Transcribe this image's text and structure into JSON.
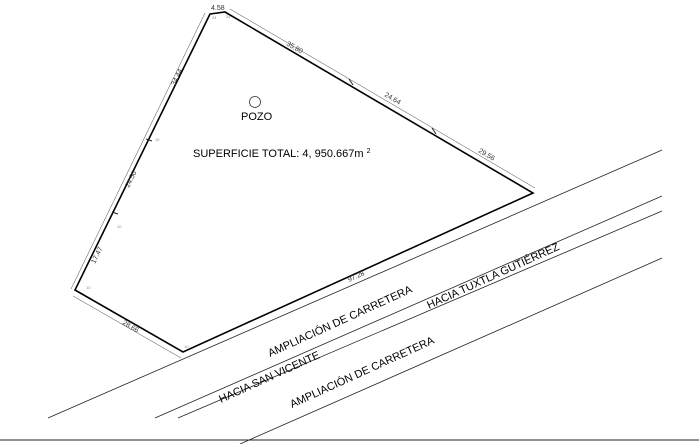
{
  "labels": {
    "pozo": "POZO",
    "surface_prefix": "SUPERFICIE TOTAL: 4, 950.667m",
    "surface_sup": "2",
    "road_amp_1": "AMPLIACIÓN DE CARRETERA",
    "road_san_vicente": "HACIA SAN VICENTE",
    "road_tuxtla": "HACIA TUXTLA GUTIÉRREZ",
    "road_amp_2": "AMPLIACIÓN DE CARRETERA"
  },
  "dimensions": {
    "top": "4.58",
    "ne_1": "35.80",
    "ne_2": "24.64",
    "ne_3": "29.56",
    "west_1": "34.44",
    "west_2": "24.50",
    "west_3": "17.47",
    "south_long": "97.28",
    "sw": "28.66"
  },
  "vertex_ids": {
    "v1": "24",
    "v2": "24",
    "v3": "10",
    "v4": "10",
    "v5": "10",
    "v6": "10"
  }
}
